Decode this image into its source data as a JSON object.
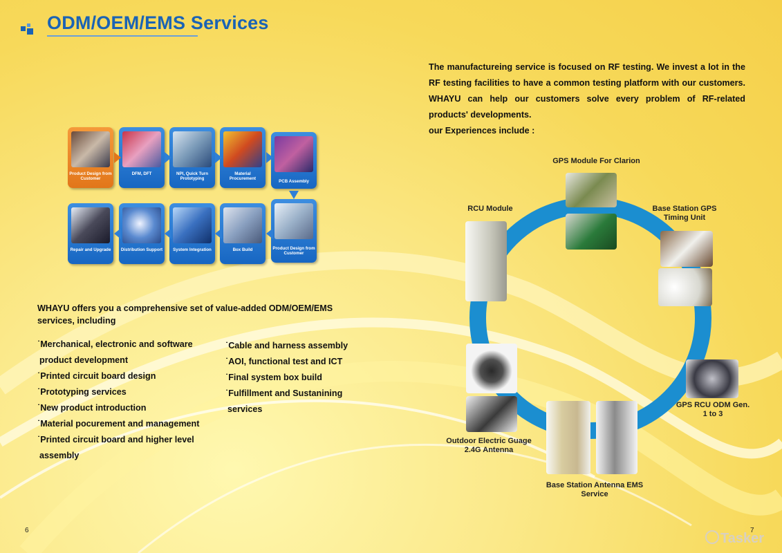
{
  "header": {
    "title": "ODM/OEM/EMS Services"
  },
  "intro": {
    "paragraph": "The manufactureing service is focused on RF testing. We invest a lot in the RF testing facilities to have a common testing platform with our customers. WHAYU can help our customers solve every problem of RF-related products' developments.",
    "experiences": "our Experiences include :"
  },
  "process": {
    "row1": [
      {
        "label": "Product Design from Customer",
        "icon": "meeting-photo"
      },
      {
        "label": "DFM, DFT",
        "icon": "design-photo"
      },
      {
        "label": "NPI, Quick Turn Prototyping",
        "icon": "factory-photo"
      },
      {
        "label": "Material Procurement",
        "icon": "material-photo"
      },
      {
        "label": "PCB Assembly",
        "icon": "pcb-photo"
      }
    ],
    "row2": [
      {
        "label": "Repair and Upgrade",
        "icon": "handshake-photo"
      },
      {
        "label": "Distribution Support",
        "icon": "globe-photo"
      },
      {
        "label": "System Integration",
        "icon": "integration-photo"
      },
      {
        "label": "Box Build",
        "icon": "boxbuild-photo"
      },
      {
        "label": "Product Design from Customer",
        "icon": "lab-photo"
      }
    ]
  },
  "services": {
    "heading": "WHAYU offers you a comprehensive set of value-added ODM/OEM/EMS services, including",
    "left": [
      "˙Merchanical, electronic and software",
      " product development",
      "˙Printed circuit board design",
      "˙Prototyping services",
      "˙New product introduction",
      "˙Material pocurement and management",
      "˙Printed circuit board and higher level",
      " assembly"
    ],
    "right": [
      "˙Cable and harness assembly",
      "˙AOI, functional test and ICT",
      "˙Final system box build",
      "˙Fulfillment and Sustanining",
      " services"
    ]
  },
  "products": {
    "gps_clarion": "GPS Module For Clarion",
    "rcu": "RCU Module",
    "base_gps": "Base Station GPS Timing Unit",
    "gps_rcu": "GPS RCU ODM Gen. 1 to 3",
    "outdoor": "Outdoor Electric Guage 2.4G Antenna",
    "base_antenna": "Base Station Antenna EMS Service"
  },
  "pages": {
    "left": "6",
    "right": "7"
  },
  "watermark": "Tasker",
  "colors": {
    "brand": "#1a63b5",
    "ring": "#1b8ed0",
    "accent": "#e2761a"
  }
}
